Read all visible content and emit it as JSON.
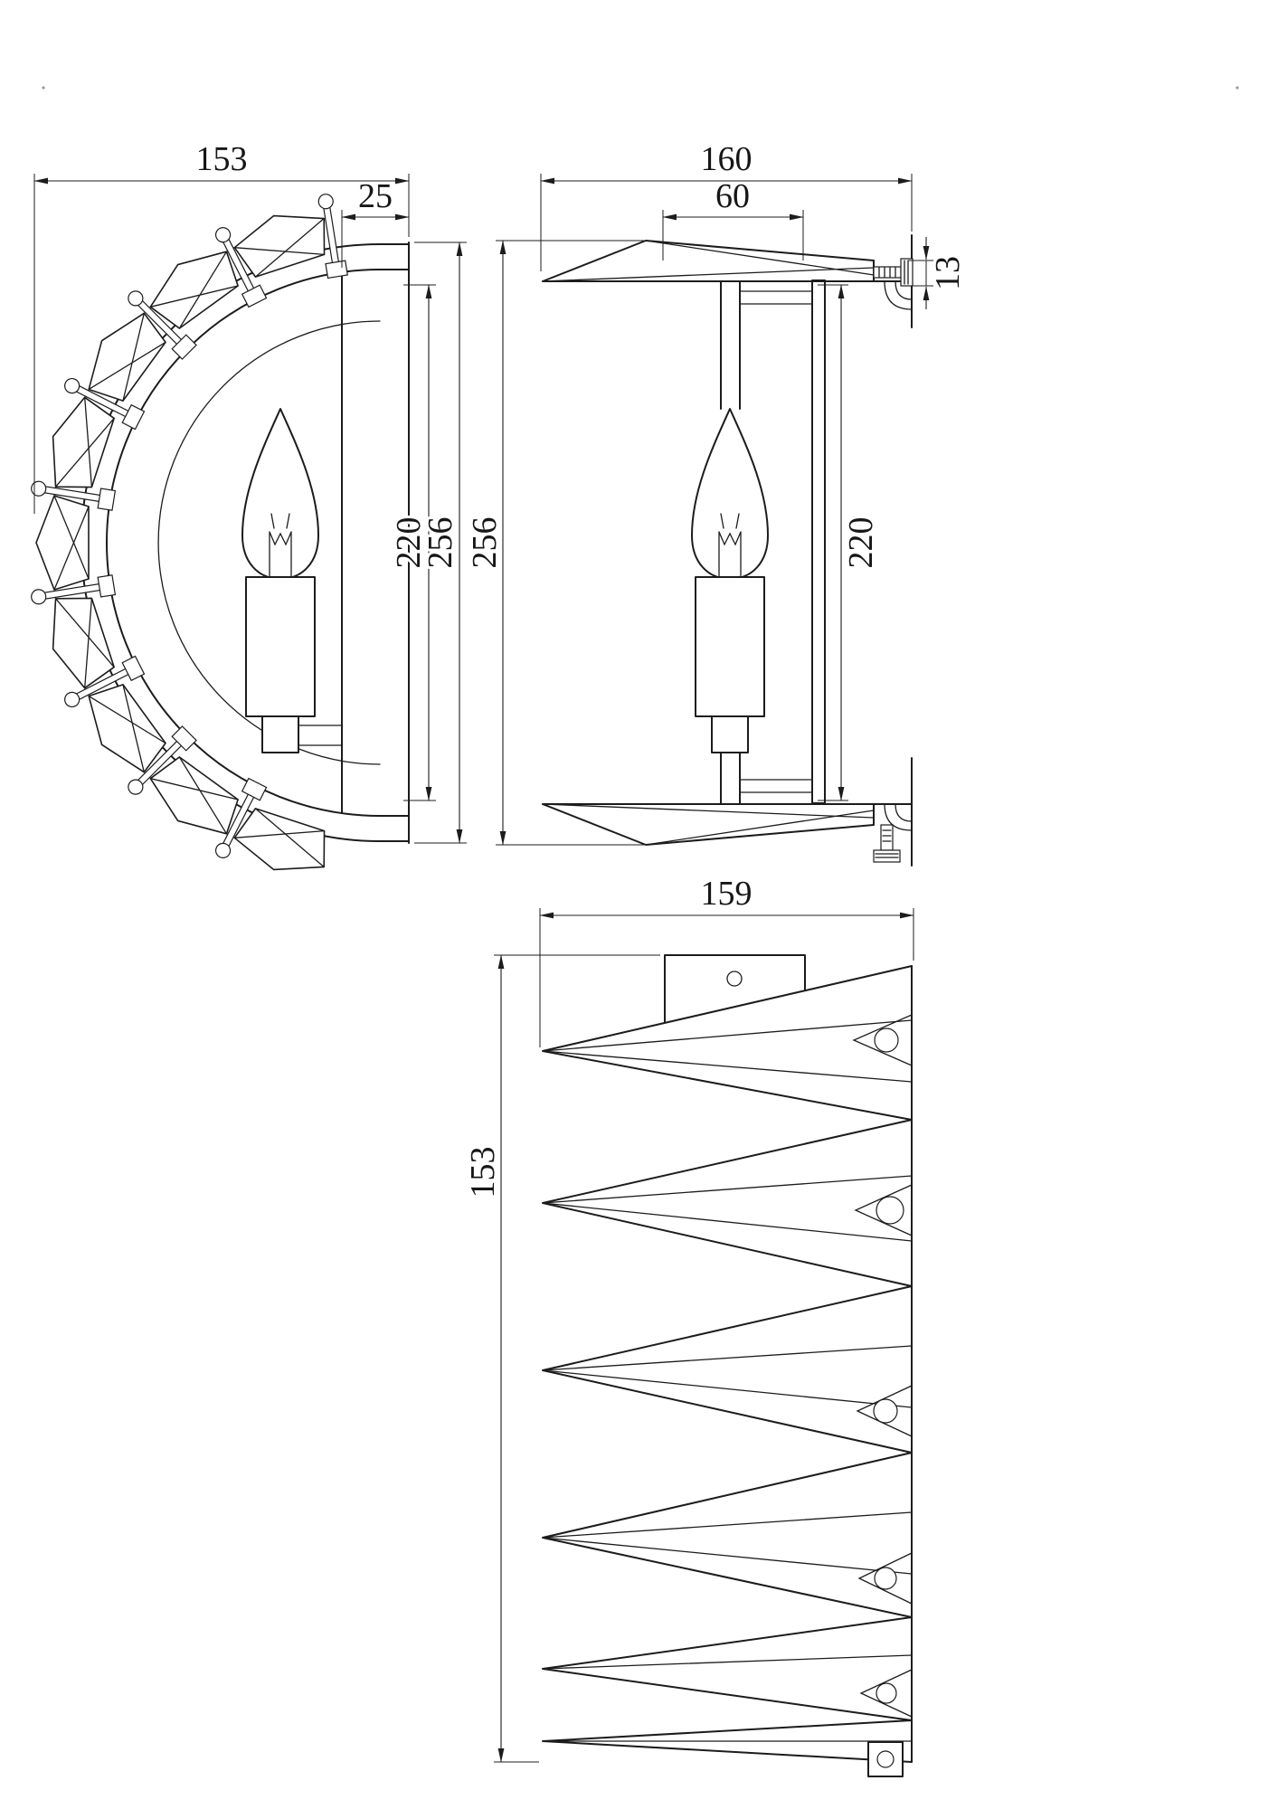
{
  "dims": {
    "front": {
      "width": "153",
      "plate_offset": "25",
      "overall_height": "256",
      "inner_height": "220"
    },
    "side": {
      "depth": "160",
      "bracket_width": "60",
      "plate_thickness": "13",
      "overall_height": "256",
      "inner_height": "220"
    },
    "bottom": {
      "width": "159",
      "height": "153"
    }
  }
}
